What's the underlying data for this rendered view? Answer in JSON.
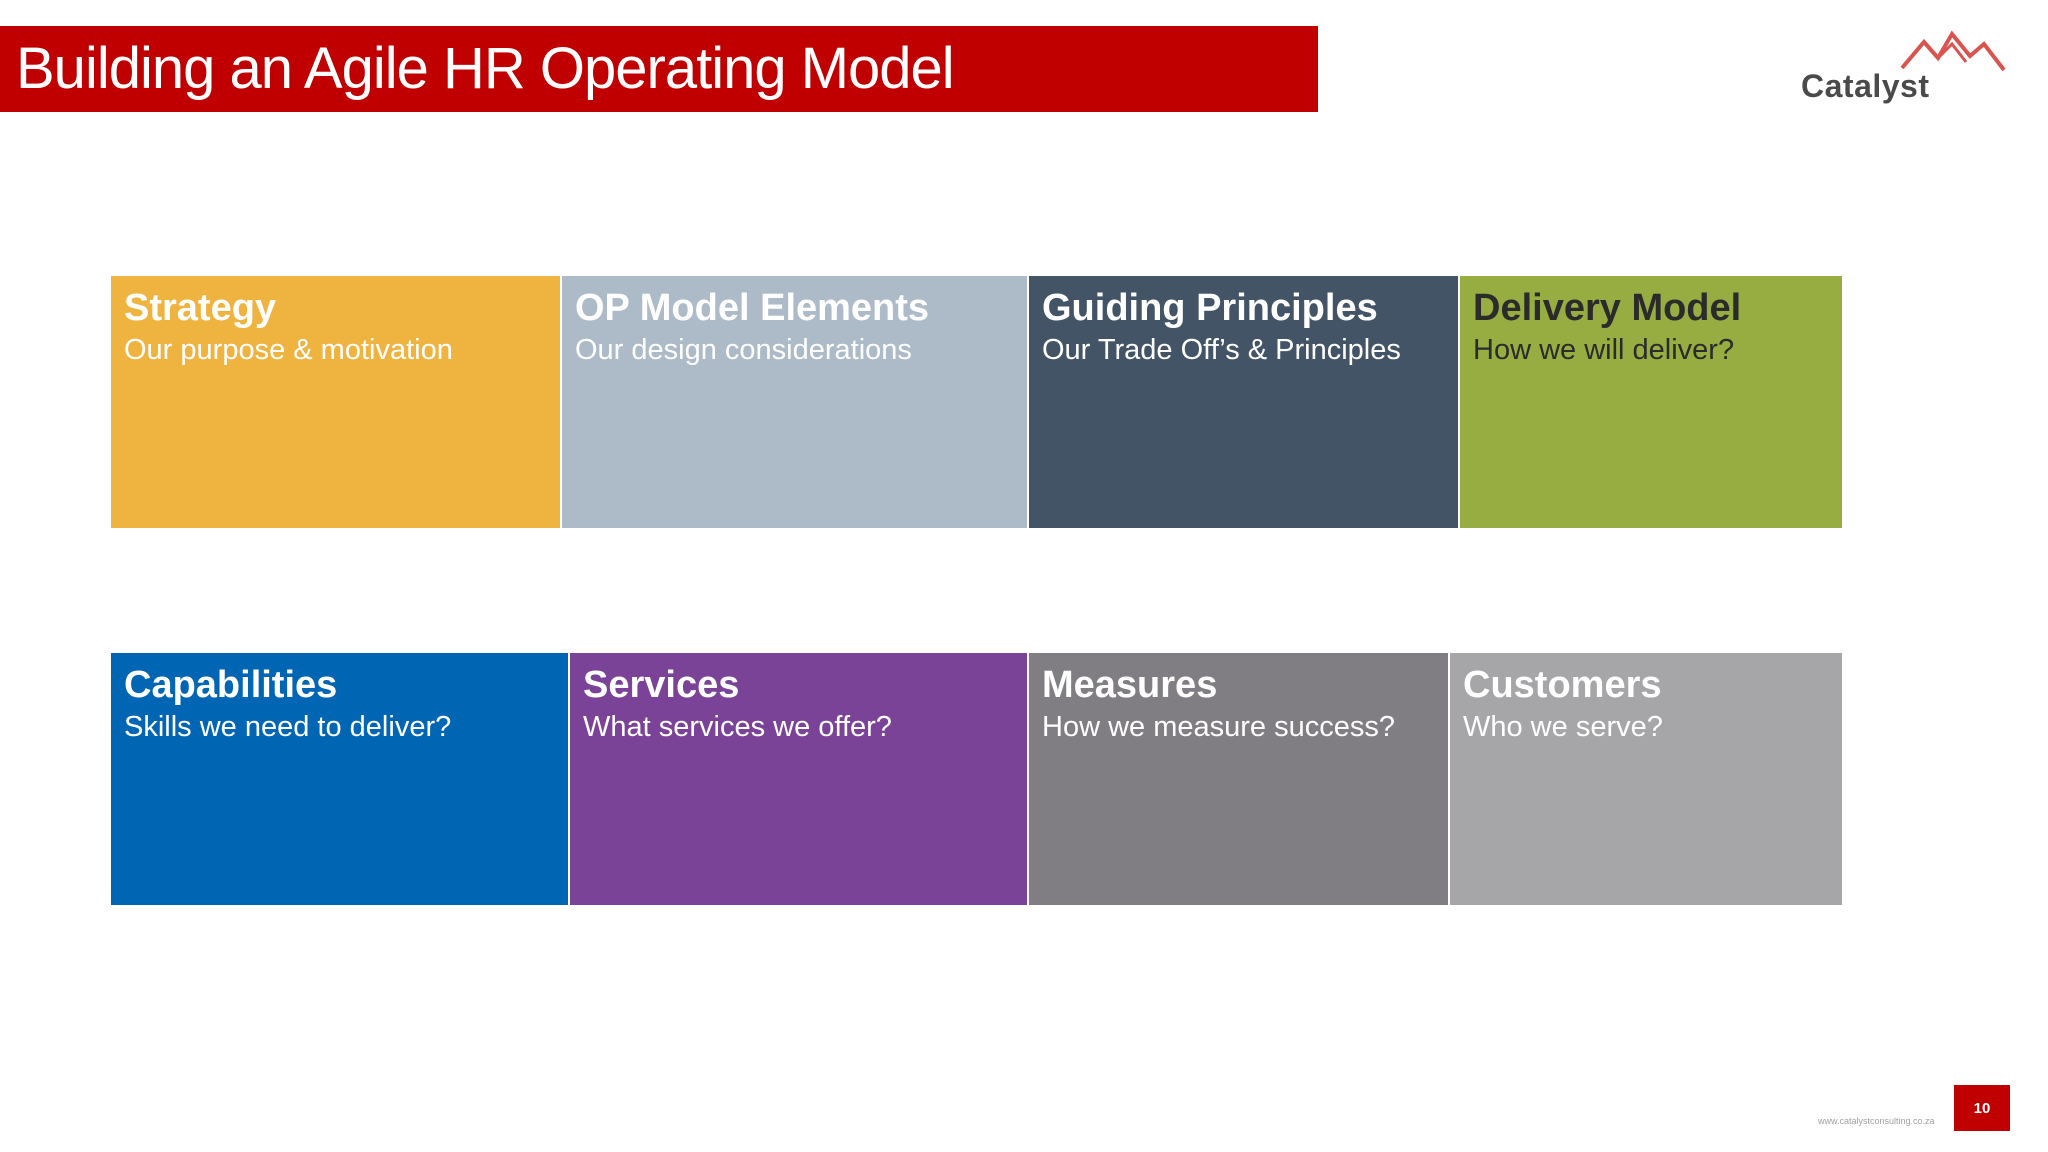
{
  "slide": {
    "title": "Building an Agile HR Operating Model",
    "title_bar_color": "#c00000",
    "page_number": "10",
    "footer_url": "www.catalystconsulting.co.za"
  },
  "logo": {
    "text": "Catalyst",
    "icon": "mountain-peaks-icon",
    "accent_color": "#d9534f"
  },
  "tiles": [
    {
      "title": "Strategy",
      "subtitle": "Our purpose & motivation",
      "bg": "#efb33f",
      "fg": "#ffffff"
    },
    {
      "title": "OP Model Elements",
      "subtitle": "Our design considerations",
      "bg": "#adbac7",
      "fg": "#ffffff"
    },
    {
      "title": "Guiding Principles",
      "subtitle": "Our Trade Off’s & Principles",
      "bg": "#435466",
      "fg": "#ffffff"
    },
    {
      "title": "Delivery Model",
      "subtitle": "How we will deliver?",
      "bg": "#97ad42",
      "fg": "#2b2b2b"
    },
    {
      "title": "Capabilities",
      "subtitle": "Skills we need to deliver?",
      "bg": "#0066b3",
      "fg": "#ffffff"
    },
    {
      "title": "Services",
      "subtitle": "What services we offer?",
      "bg": "#7b4398",
      "fg": "#ffffff"
    },
    {
      "title": "Measures",
      "subtitle": "How we measure success?",
      "bg": "#807e82",
      "fg": "#ffffff"
    },
    {
      "title": "Customers",
      "subtitle": "Who we serve?",
      "bg": "#a6a5a7",
      "fg": "#ffffff"
    }
  ]
}
